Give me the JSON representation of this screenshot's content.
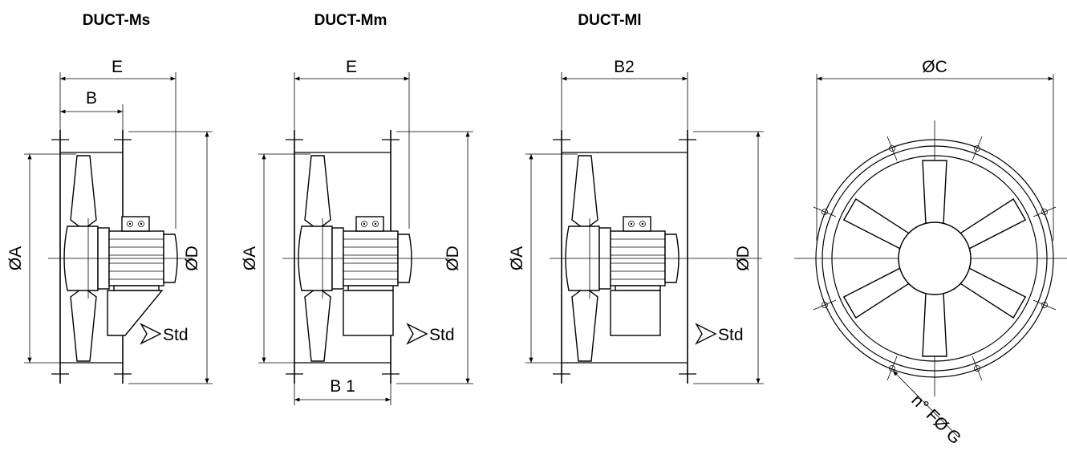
{
  "views": [
    {
      "title": "DUCT-Ms",
      "labels": {
        "top_dim": "E",
        "second_dim": "B",
        "left_dim": "ØA",
        "right_dim": "ØD",
        "arrow": "Std"
      }
    },
    {
      "title": "DUCT-Mm",
      "labels": {
        "top_dim": "E",
        "bottom_dim": "B 1",
        "left_dim": "ØA",
        "right_dim": "ØD",
        "arrow": "Std"
      }
    },
    {
      "title": "DUCT-Ml",
      "labels": {
        "top_dim": "B2",
        "left_dim": "ØA",
        "right_dim": "ØD",
        "arrow": "Std"
      }
    }
  ],
  "front_view": {
    "diameter_label": "ØC",
    "holes_label": "n° FØ G"
  }
}
